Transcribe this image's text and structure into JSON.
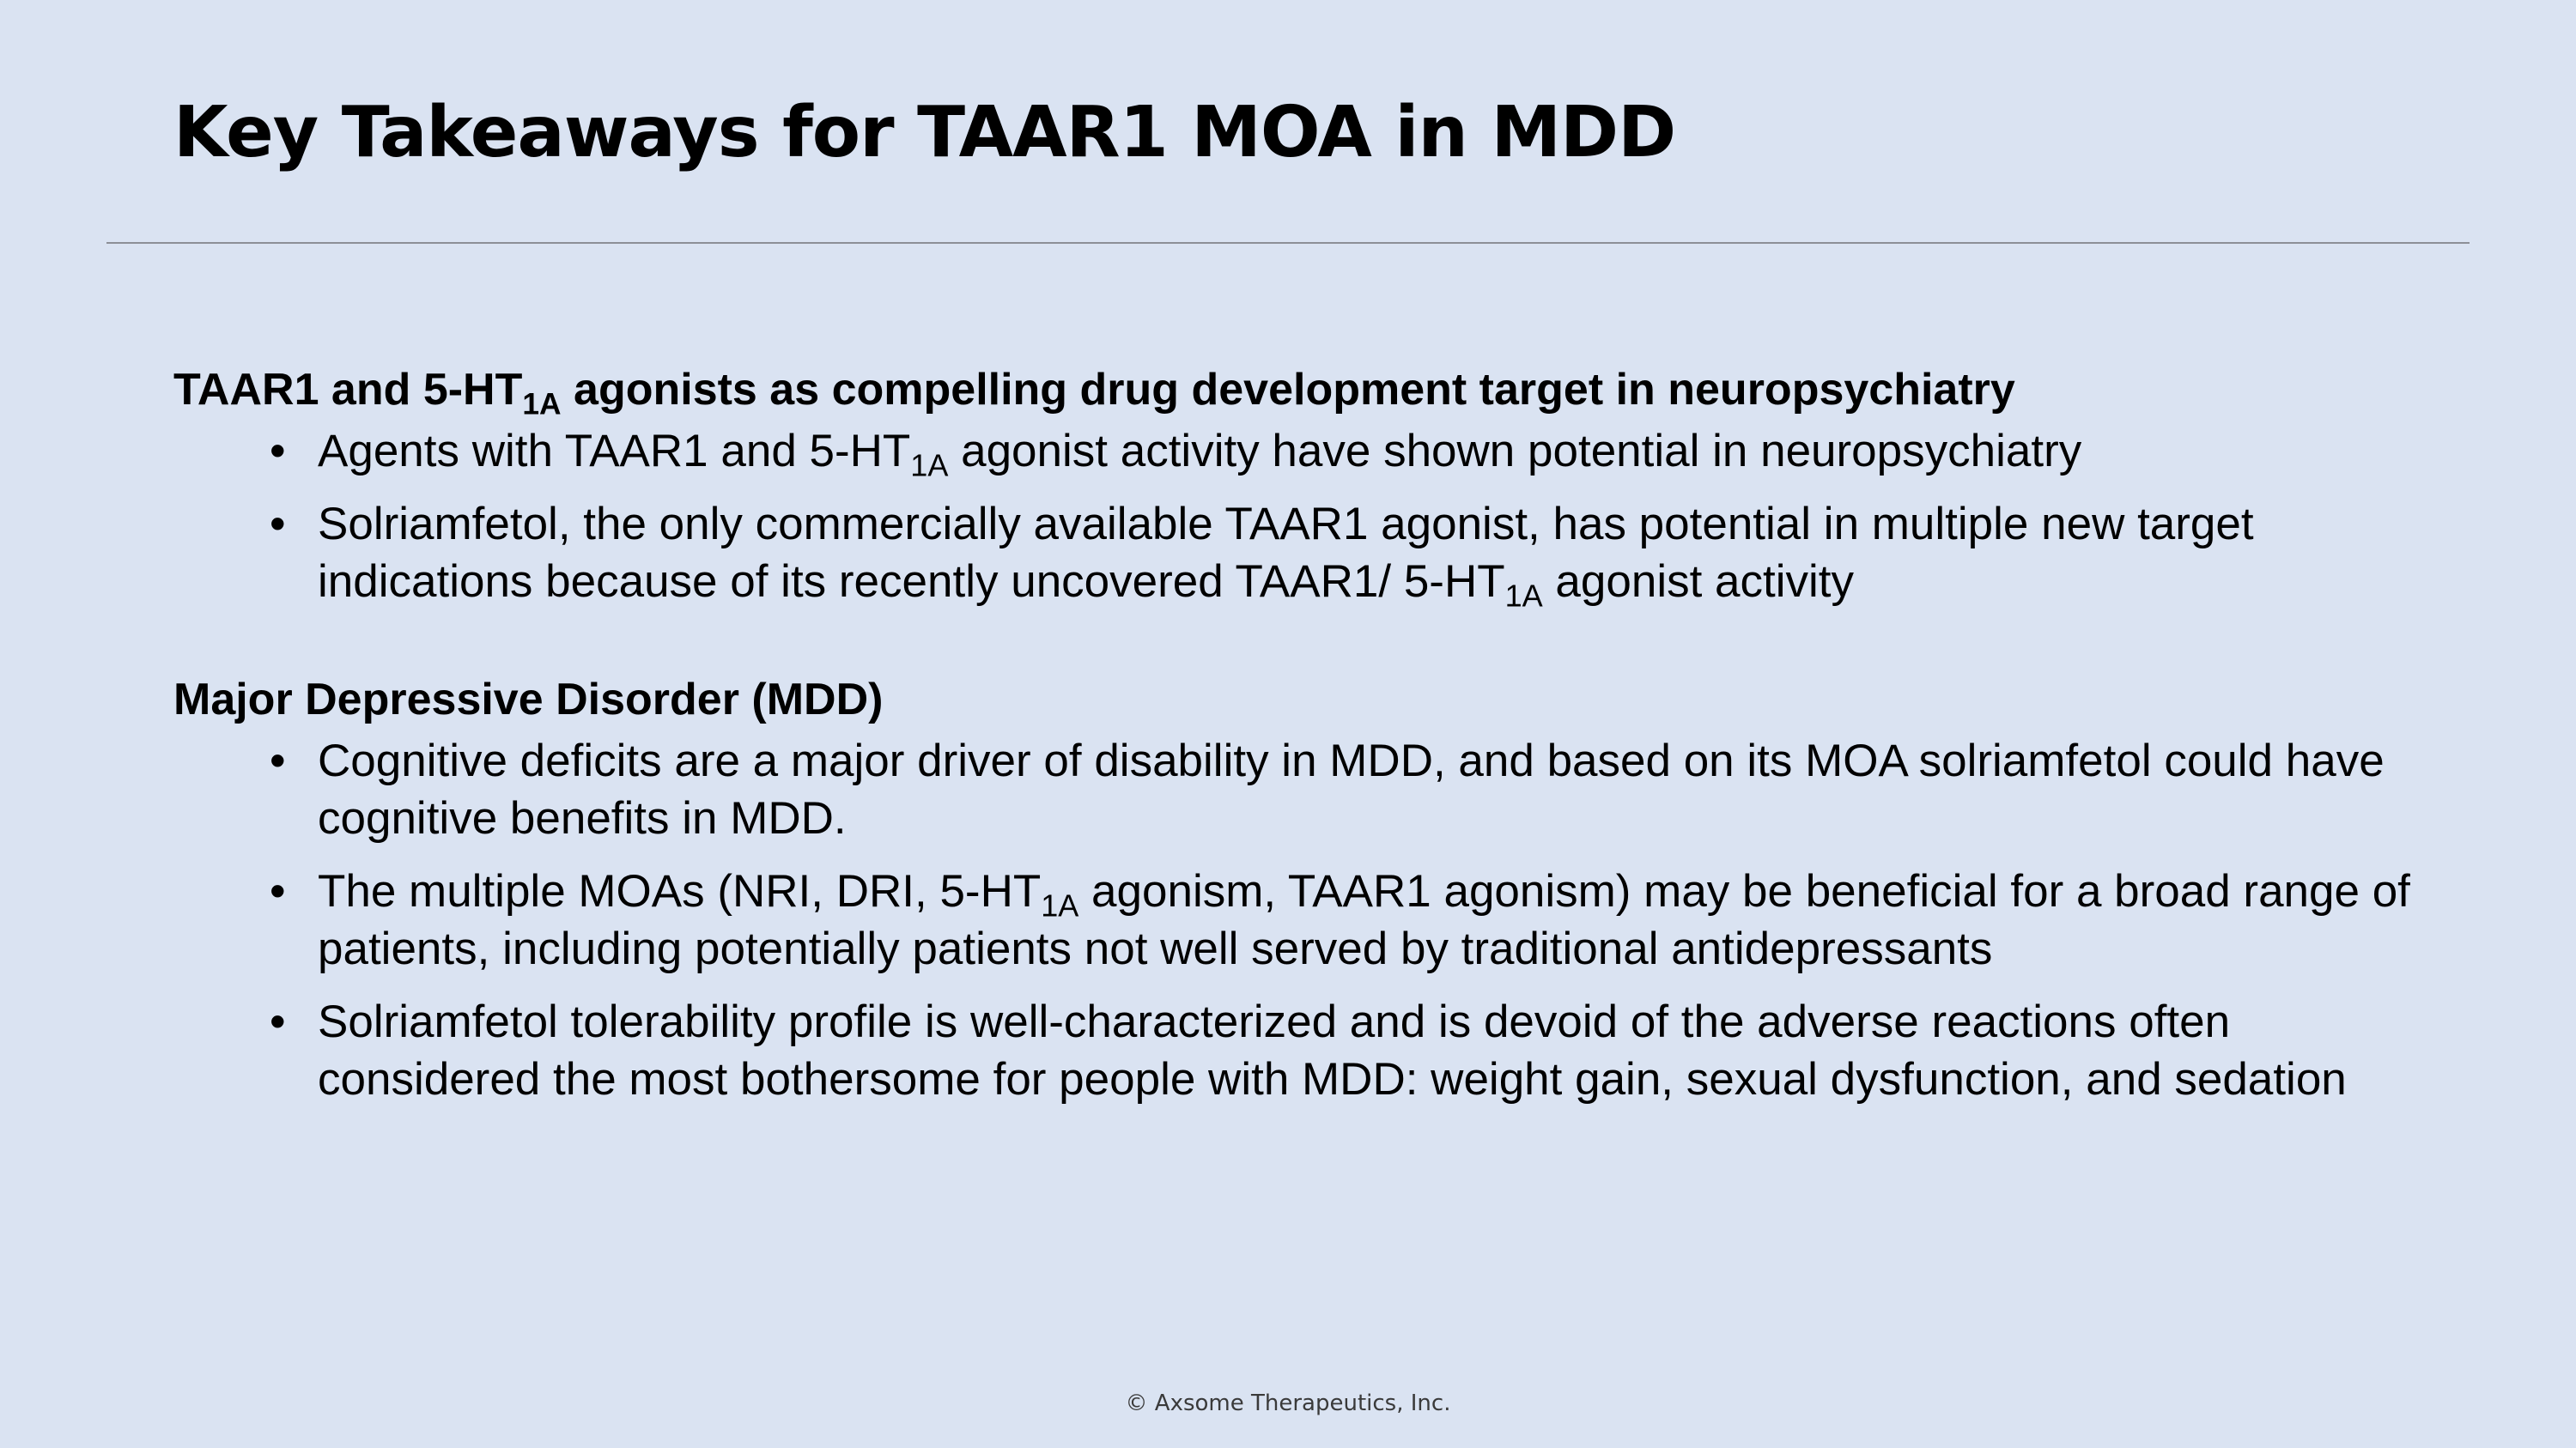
{
  "slide": {
    "title": "Key Takeaways for TAAR1 MOA in MDD",
    "footer": "© Axsome Therapeutics, Inc."
  },
  "sections": [
    {
      "heading": {
        "pre": "TAAR1 and 5-HT",
        "sub": "1A",
        "post": " agonists as compelling drug development target in neuropsychiatry"
      },
      "bullets": [
        {
          "pre": "Agents with TAAR1 and 5-HT",
          "sub": "1A",
          "post": " agonist activity have shown potential in neuropsychiatry"
        },
        {
          "pre": "Solriamfetol, the only commercially available TAAR1 agonist, has potential in multiple new target indications because of its recently uncovered TAAR1/ 5-HT",
          "sub": "1A",
          "post": " agonist activity"
        }
      ]
    },
    {
      "heading": {
        "pre": "Major Depressive Disorder (MDD)"
      },
      "bullets": [
        {
          "pre": "Cognitive deficits are a major driver of disability in MDD, and based on its MOA solriamfetol could have cognitive benefits in MDD."
        },
        {
          "pre": "The multiple MOAs (NRI, DRI, 5-HT",
          "sub": "1A",
          "post": " agonism, TAAR1 agonism) may be beneficial for a broad range of patients, including potentially patients not well served by traditional antidepressants"
        },
        {
          "pre": "Solriamfetol tolerability profile is well-characterized and is devoid of the adverse reactions often considered the most bothersome for people with MDD: weight gain, sexual dysfunction, and sedation"
        }
      ]
    }
  ],
  "bullet_glyph": "•",
  "colors": {
    "background": "#dae3f2",
    "text": "#000000",
    "rule": "#8c8f97"
  }
}
